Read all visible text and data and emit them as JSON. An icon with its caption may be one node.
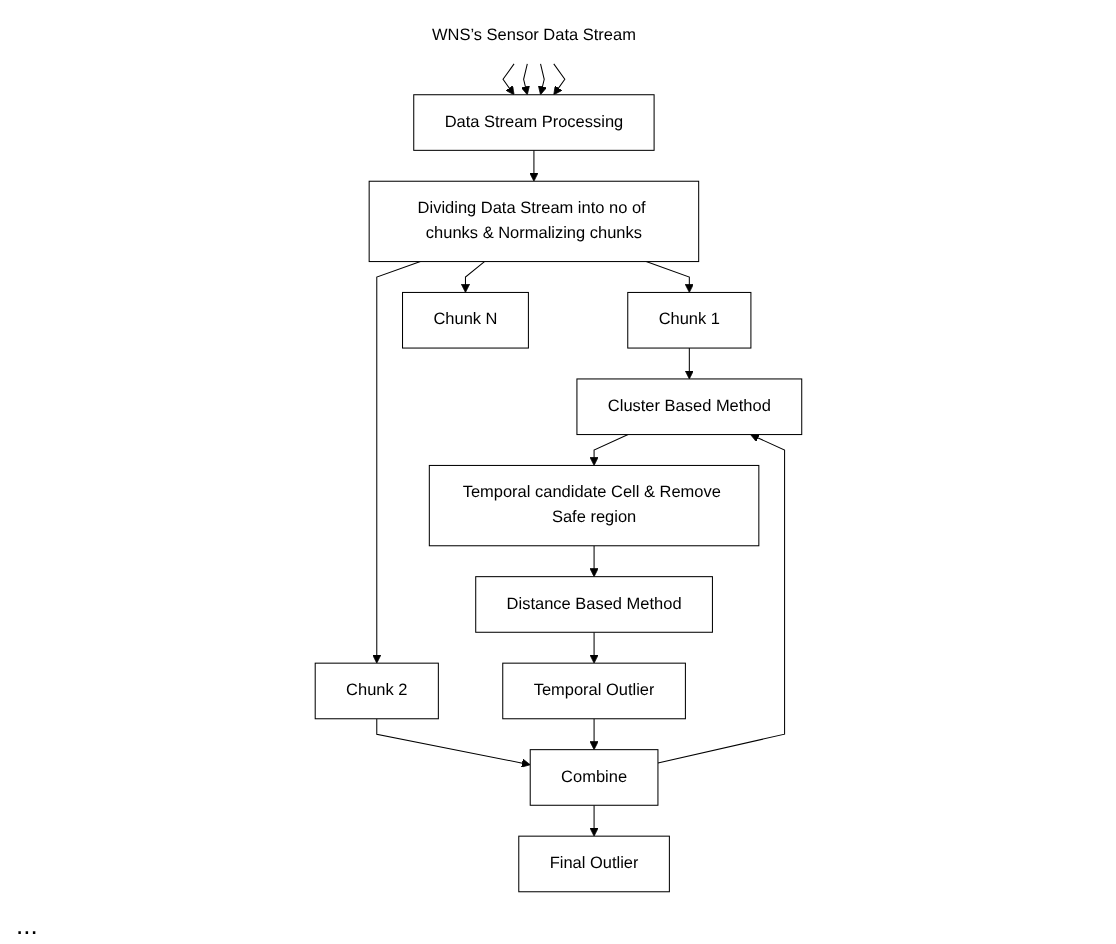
{
  "diagram": {
    "nodes": [
      {
        "text": [
          "WNS’s Sensor Data Stream"
        ]
      },
      {
        "text": [
          "Data Stream Processing"
        ]
      },
      {
        "text": [
          "Dividing Data Stream into no of chunks & Normalizing chunks"
        ]
      },
      {
        "text": [
          "Chunk 1"
        ]
      },
      {
        "text": [
          "Chunk 2"
        ]
      },
      {
        "text": [
          "Chunk N"
        ]
      },
      {
        "text": [
          "Cluster Based Method"
        ]
      },
      {
        "text": [
          "Temporal candidate Cell & Remove Safe region"
        ]
      },
      {
        "text": [
          "Distance Based Method"
        ]
      },
      {
        "text": [
          "Temporal Outlier"
        ]
      },
      {
        "text": [
          "Combine"
        ]
      },
      {
        "text": [
          "Final Outlier"
        ]
      }
    ],
    "edges": [
      {
        "from": 0,
        "to": 1,
        "arrow": "to"
      },
      {
        "from": 0,
        "to": 1,
        "arrow": "to"
      },
      {
        "from": 0,
        "to": 1,
        "arrow": "to"
      },
      {
        "from": 0,
        "to": 1,
        "arrow": "to"
      },
      {
        "from": 1,
        "to": 2,
        "arrow": "to"
      },
      {
        "from": 2,
        "to": 3,
        "arrow": "to"
      },
      {
        "from": 2,
        "to": 4,
        "arrow": "to"
      },
      {
        "from": 2,
        "to": 5,
        "arrow": "to"
      },
      {
        "from": 3,
        "to": 6,
        "arrow": "to"
      },
      {
        "from": 10,
        "to": 6,
        "arrow": "to"
      },
      {
        "from": 4,
        "to": 10,
        "arrow": "to"
      },
      {
        "from": 6,
        "to": 7,
        "arrow": "to"
      },
      {
        "from": 7,
        "to": 8,
        "arrow": "to"
      },
      {
        "from": 8,
        "to": 9,
        "arrow": "to"
      },
      {
        "from": 9,
        "to": 10,
        "arrow": "to"
      },
      {
        "from": 10,
        "to": 11,
        "arrow": "to"
      }
    ],
    "labels": [
      "..."
    ]
  }
}
